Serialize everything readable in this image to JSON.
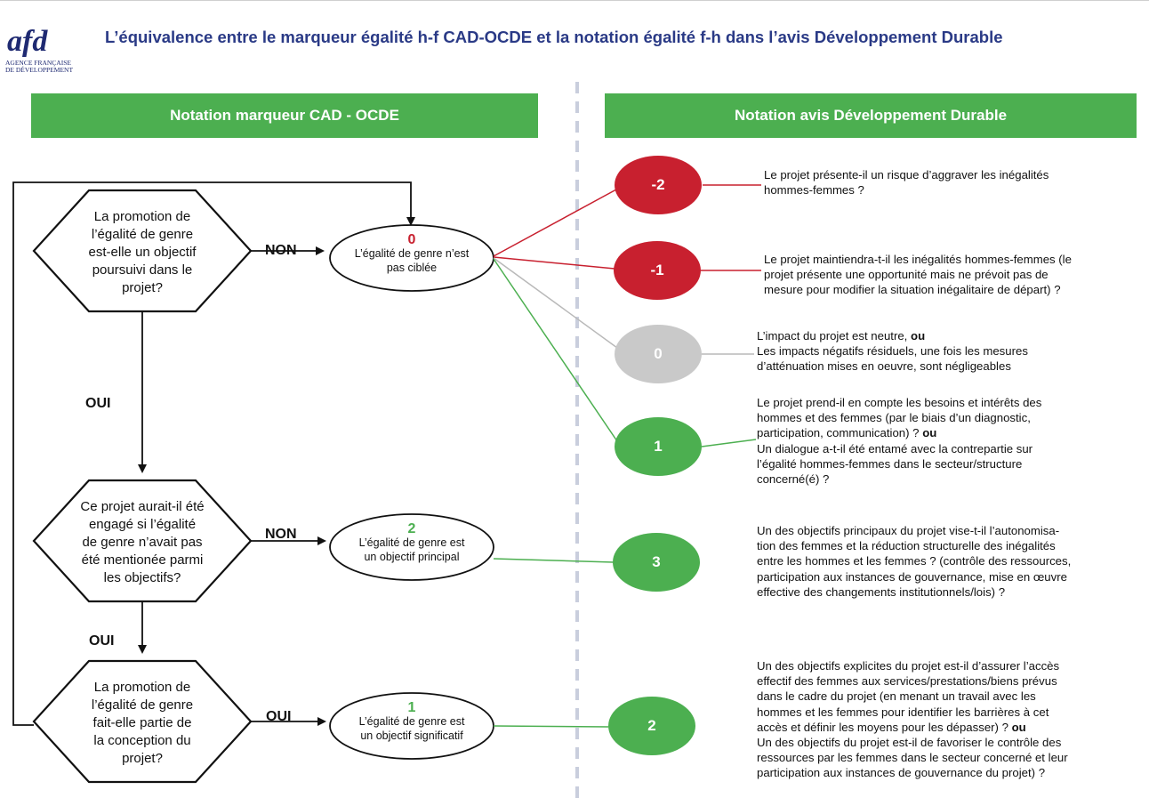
{
  "title": "L’équivalence entre le marqueur égalité h-f CAD-OCDE et la notation égalité f-h dans l’avis Développement Durable",
  "logo": {
    "mark": "afd",
    "line1": "AGENCE FRANÇAISE",
    "line2": "DE DÉVELOPPEMENT"
  },
  "colors": {
    "green": "#4caf50",
    "red": "#c8202f",
    "grey": "#c9c9c9",
    "title_blue": "#2a3a86"
  },
  "left_header": "Notation marqueur CAD - OCDE",
  "right_header": "Notation avis Développement Durable",
  "questions": [
    {
      "lines": [
        "La promotion de",
        "l’égalité de genre",
        "est-elle un objectif",
        "poursuivi dans le",
        "projet?"
      ]
    },
    {
      "lines": [
        "Ce projet aurait-il été",
        "engagé si l’égalité",
        "de genre n’avait pas",
        "été mentionée parmi",
        "les objectifs?"
      ]
    },
    {
      "lines": [
        "La promotion de",
        "l’égalité de genre",
        "fait-elle partie de",
        "la conception du",
        "projet?"
      ]
    }
  ],
  "labels": {
    "non_1": "NON",
    "oui_1": "OUI",
    "non_2": "NON",
    "oui_2": "OUI",
    "oui_3": "OUI"
  },
  "outcomes": [
    {
      "num": "0",
      "line1": "L’égalité de genre n’est",
      "line2": "pas ciblée",
      "num_color": "#c8202f"
    },
    {
      "num": "2",
      "line1": "L’égalité de genre est",
      "line2": "un objectif principal",
      "num_color": "#4caf50"
    },
    {
      "num": "1",
      "line1": "L’égalité de genre est",
      "line2": "un objectif significatif",
      "num_color": "#4caf50"
    }
  ],
  "scores": [
    {
      "value": "-2",
      "color": "#c8202f",
      "lines": [
        [
          {
            "t": "Le projet présente-il un risque d’aggraver les inégalités"
          }
        ],
        [
          {
            "t": "hommes-femmes ?"
          }
        ]
      ]
    },
    {
      "value": "-1",
      "color": "#c8202f",
      "lines": [
        [
          {
            "t": "Le projet maintiendra-t-il les inégalités hommes-femmes (le"
          }
        ],
        [
          {
            "t": "projet présente une opportunité mais ne prévoit pas de"
          }
        ],
        [
          {
            "t": "mesure pour modifier la situation inégalitaire de départ) ?"
          }
        ]
      ]
    },
    {
      "value": "0",
      "color": "#c9c9c9",
      "lines": [
        [
          {
            "t": "L’impact du projet est neutre, "
          },
          {
            "t": "ou",
            "b": true
          }
        ],
        [
          {
            "t": "Les impacts négatifs résiduels, une fois les mesures"
          }
        ],
        [
          {
            "t": "d’atténuation mises en oeuvre, sont négligeables"
          }
        ]
      ]
    },
    {
      "value": "1",
      "color": "#4caf50",
      "lines": [
        [
          {
            "t": "Le projet prend-il en compte les besoins et intérêts des"
          }
        ],
        [
          {
            "t": "hommes et des femmes (par le biais d’un diagnostic,"
          }
        ],
        [
          {
            "t": "participation, communication) ? "
          },
          {
            "t": "ou",
            "b": true
          }
        ],
        [
          {
            "t": "Un dialogue a-t-il été entamé avec la contrepartie sur"
          }
        ],
        [
          {
            "t": "l’égalité hommes-femmes dans le secteur/structure"
          }
        ],
        [
          {
            "t": "concerné(é) ?"
          }
        ]
      ]
    },
    {
      "value": "3",
      "color": "#4caf50",
      "lines": [
        [
          {
            "t": "Un des objectifs principaux du projet vise-t-il l’autonomisa-"
          }
        ],
        [
          {
            "t": "tion des femmes et  la réduction structurelle des inégalités"
          }
        ],
        [
          {
            "t": "entre les hommes et les femmes ? (contrôle des ressources,"
          }
        ],
        [
          {
            "t": "participation aux instances de gouvernance, mise en œuvre"
          }
        ],
        [
          {
            "t": "effective des changements institutionnels/lois) ?"
          }
        ]
      ]
    },
    {
      "value": "2",
      "color": "#4caf50",
      "lines": [
        [
          {
            "t": "Un des objectifs explicites du projet est-il d’assurer l’accès"
          }
        ],
        [
          {
            "t": "effectif des femmes aux services/prestations/biens prévus"
          }
        ],
        [
          {
            "t": "dans le cadre du projet  (en menant un travail avec les"
          }
        ],
        [
          {
            "t": "hommes et les femmes pour identifier les barrières à cet"
          }
        ],
        [
          {
            "t": "accès et définir les moyens pour les dépasser) ? "
          },
          {
            "t": "ou",
            "b": true
          }
        ],
        [
          {
            "t": "Un des objectifs du projet est-il de favoriser le contrôle des"
          }
        ],
        [
          {
            "t": "ressources par les femmes dans le secteur concerné et leur"
          }
        ],
        [
          {
            "t": "participation aux instances de gouvernance du projet) ?"
          }
        ]
      ]
    }
  ]
}
